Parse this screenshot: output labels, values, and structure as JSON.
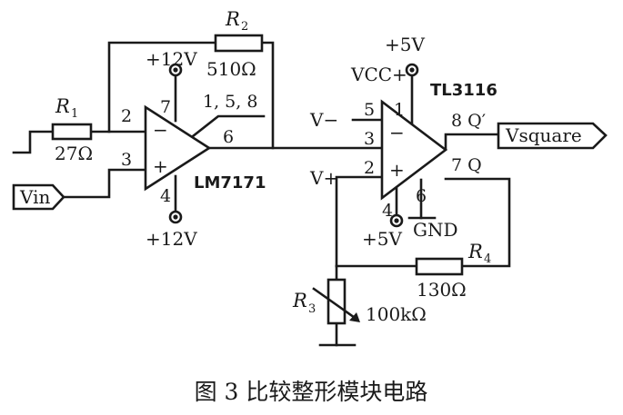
{
  "caption": "图 3  比较整形模块电路",
  "input_label": "Vin",
  "output_label": "Vsquare",
  "opamp1": {
    "name": "LM7171",
    "pin_inv": "2",
    "pin_noninv": "3",
    "pin_top": "7",
    "pin_bottom": "4",
    "pin_out": "6",
    "pins_nc": "1, 5, 8",
    "supply_top": "+12V",
    "supply_bottom": "+12V"
  },
  "comparator": {
    "name": "TL3116",
    "vcc_label": "VCC+",
    "supply_top": "+5V",
    "supply_bottom": "+5V",
    "gnd_label": "GND",
    "pin5": "5",
    "pin3": "3",
    "pin2": "2",
    "pin1": "1",
    "pin4": "4",
    "pin6": "6",
    "pin8_q": "8 Q′",
    "pin7_q": "7 Q",
    "vminus_label": "V−",
    "vplus_label": "V+"
  },
  "resistors": {
    "r1": {
      "name": "R",
      "sub": "1",
      "value": "27Ω"
    },
    "r2": {
      "name": "R",
      "sub": "2",
      "value": "510Ω"
    },
    "r3": {
      "name": "R",
      "sub": "3",
      "value": "100kΩ"
    },
    "r4": {
      "name": "R",
      "sub": "4",
      "value": "130Ω"
    }
  }
}
